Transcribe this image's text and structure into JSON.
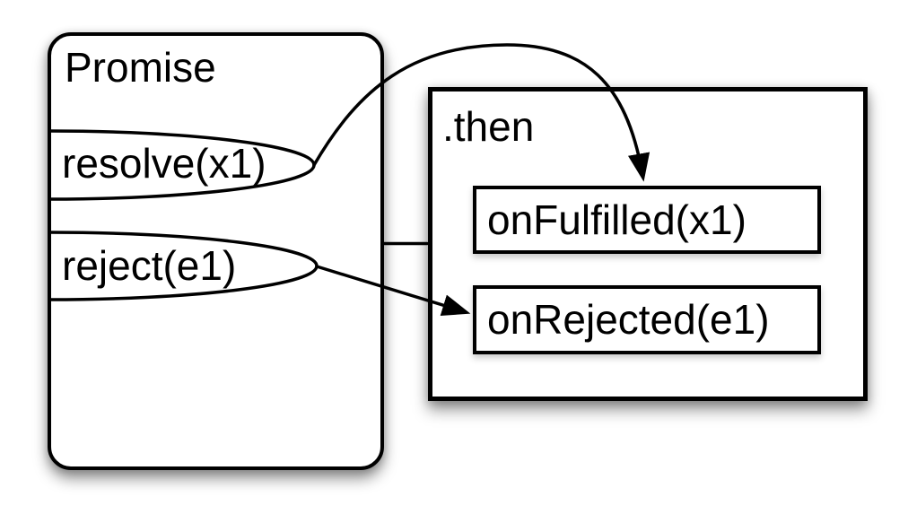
{
  "colors": {
    "stroke": "#000000",
    "background": "#ffffff"
  },
  "promise_box": {
    "title": "Promise",
    "methods": [
      {
        "label": "resolve(x1)"
      },
      {
        "label": "reject(e1)"
      }
    ]
  },
  "then_box": {
    "title": ".then",
    "handlers": [
      {
        "label": "onFulfilled(x1)"
      },
      {
        "label": "onRejected(e1)"
      }
    ]
  },
  "connections": [
    {
      "from": "resolve(x1)",
      "to": "onFulfilled(x1)",
      "style": "curved-arrow"
    },
    {
      "from": "reject(e1)",
      "to": "onRejected(e1)",
      "style": "straight-arrow"
    },
    {
      "from": "Promise",
      "to": ".then",
      "style": "plain-line"
    }
  ]
}
